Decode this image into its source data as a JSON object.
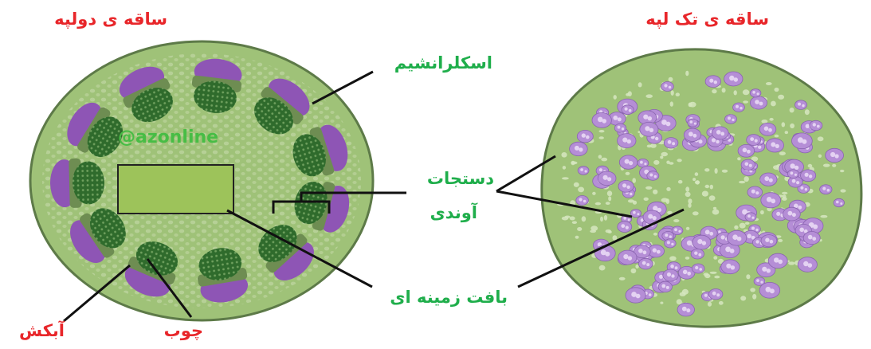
{
  "title_dicot": "ساقه ی دولپه",
  "title_monocot": "ساقه ی تک لپه",
  "label_sclerenchyma": "اسکلرانشیم",
  "label_vascular_line1": "دستجات",
  "label_vascular_line2": "آوندی",
  "label_ground_tissue": "بافت زمینه ای",
  "label_phloem": "آبکش",
  "label_xylem": "چوب",
  "watermark": "@azonline",
  "colors": {
    "title_red": "#e8262a",
    "label_green": "#1fae4b",
    "stem_fill": "#9fc278",
    "stem_outline": "#5d7a48",
    "xylem_green": "#2f6b2c",
    "phloem_purple": "#8e55b5",
    "cambium_band": "#6e8d52",
    "monocot_bundle": "#b58ed6",
    "highlight_box": "#9dc35a"
  }
}
